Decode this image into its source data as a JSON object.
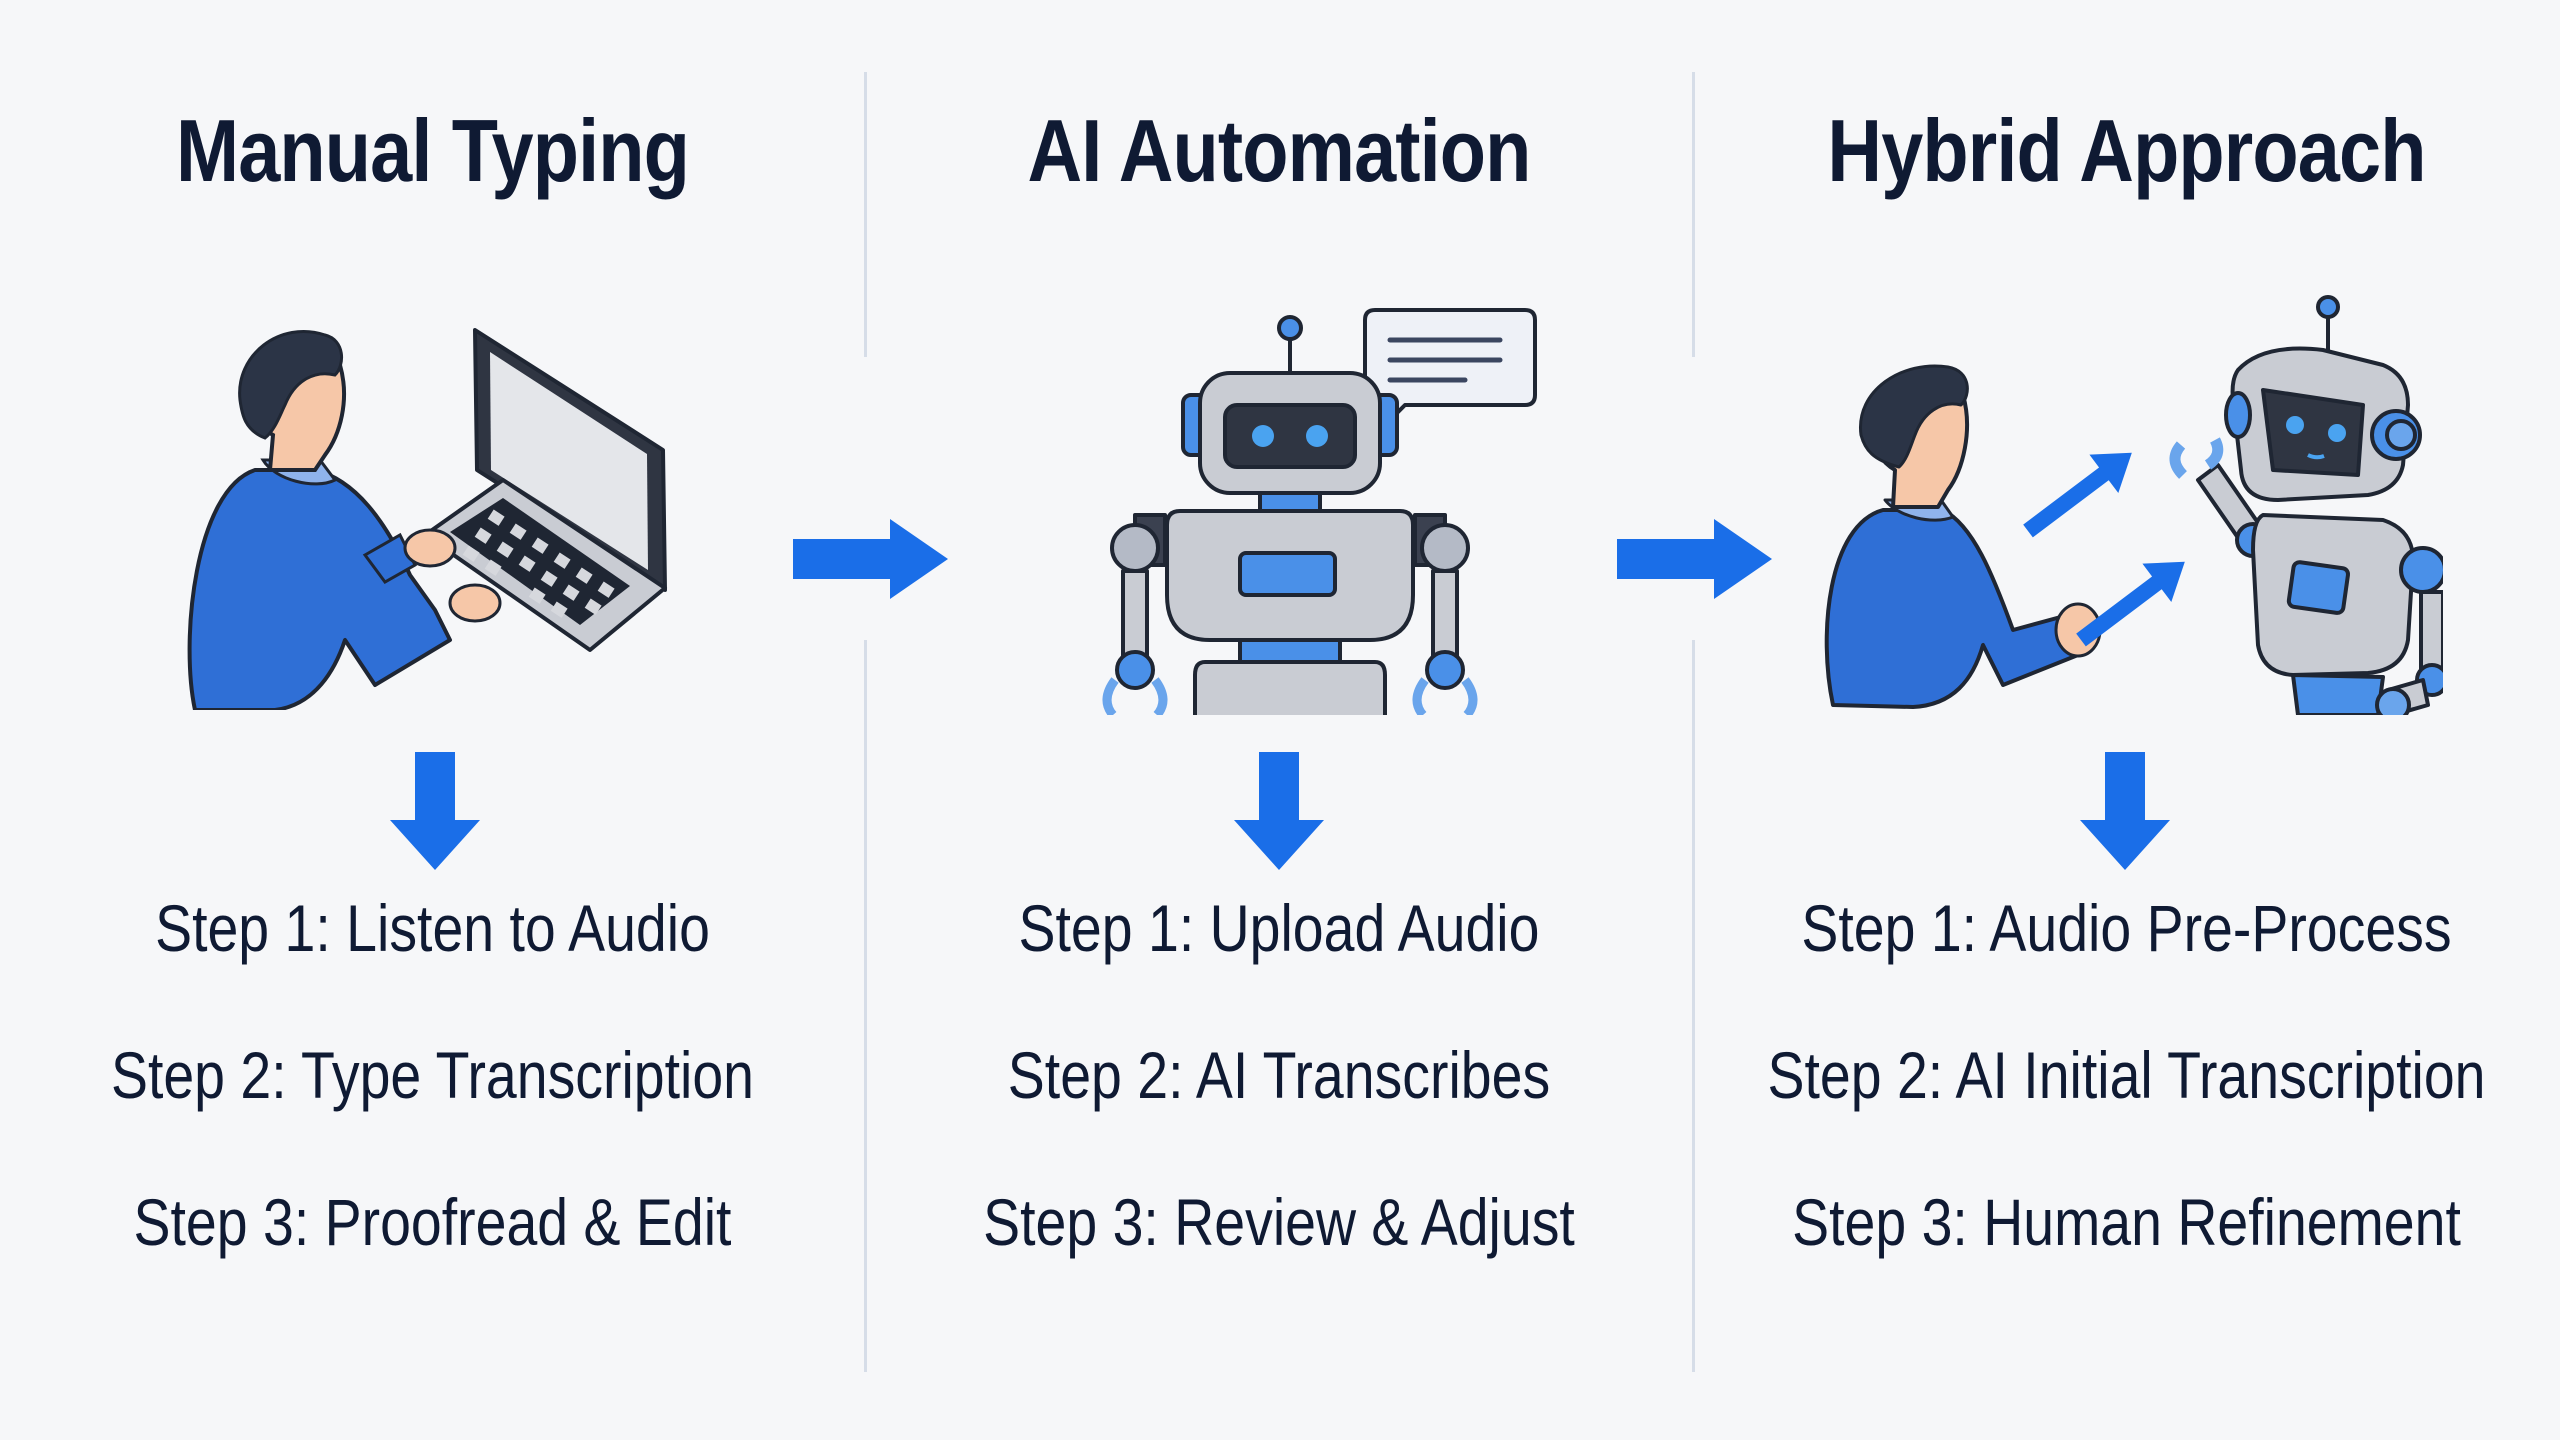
{
  "colors": {
    "accent_blue": "#1a6ee8",
    "navy_text": "#0f1a33",
    "robot_grey": "#c9ccd3",
    "outline": "#1f2633",
    "skin": "#f6c7a8",
    "hair": "#2b3446",
    "divider": "#d6dde8",
    "background": "#f6f7f9"
  },
  "columns": [
    {
      "title": "Manual Typing",
      "illustration": "person-typing-on-computer",
      "steps": [
        "Step 1: Listen to Audio",
        "Step 2: Type Transcription",
        "Step 3: Proofread & Edit"
      ]
    },
    {
      "title": "AI Automation",
      "illustration": "robot-with-speech-bubble",
      "steps": [
        "Step 1: Upload Audio",
        "Step 2: AI Transcribes",
        "Step 3: Review & Adjust"
      ]
    },
    {
      "title": "Hybrid Approach",
      "illustration": "person-collaborating-with-robot",
      "steps": [
        "Step 1: Audio Pre-Process",
        "Step 2: AI Initial Transcription",
        "Step 3: Human Refinement"
      ]
    }
  ],
  "connectors": [
    "right-arrow-icon",
    "right-arrow-icon"
  ]
}
